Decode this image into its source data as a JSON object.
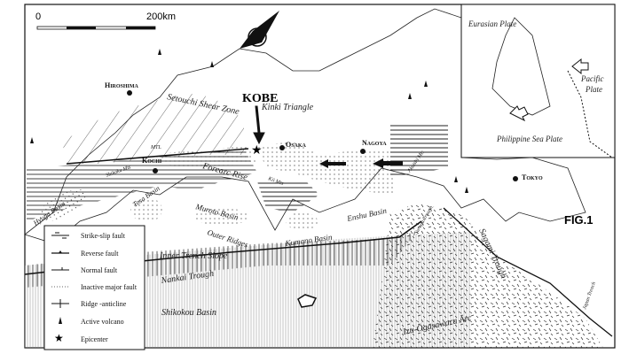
{
  "scale_bar": {
    "start": "0",
    "end": "200km"
  },
  "figure_label": "FIG.1",
  "cities": [
    "Hiroshima",
    "Kochi",
    "Osaka",
    "Nagoya",
    "Tokyo"
  ],
  "highlight": {
    "epicenter_city": "KOBE"
  },
  "regions": {
    "setouchi": "Setouchi Shear Zone",
    "kinki": "Kinki Triangle",
    "forearc": "Forearc Rise",
    "shikoku_mts": "Shikoku Mts",
    "mtl": "MTL",
    "kii_mts": "Kii Mts",
    "akaishi_mts": "Akaishi Mts",
    "hyuga": "Hyuga Basin",
    "tosa": "Tosa Basin",
    "muroto": "Muroto Basin",
    "kumano": "Kumano Basin",
    "enshu": "Enshu Basin",
    "outer_ridges": "Outer Ridges",
    "inner_trench": "Inner Trench Slope",
    "nankai": "Nankai Trough",
    "shikokou": "Shikokou Basin",
    "suruga": "Suruga Trough",
    "sagami": "Sagami Trough",
    "izu": "Izu-Ogasawara Arc",
    "japan_trench": "Japan Trench"
  },
  "inset": {
    "eurasian": "Eurasian Plate",
    "pacific_1": "Pacific",
    "pacific_2": "Plate",
    "philippine": "Philippine Sea Plate"
  },
  "legend": [
    {
      "label": "Strike-slip fault",
      "symbol": "strike-slip"
    },
    {
      "label": "Reverse fault",
      "symbol": "reverse"
    },
    {
      "label": "Normal fault",
      "symbol": "normal"
    },
    {
      "label": "Inactive major fault",
      "symbol": "inactive"
    },
    {
      "label": "Ridge -anticline",
      "symbol": "ridge"
    },
    {
      "label": "Active volcano",
      "symbol": "volcano"
    },
    {
      "label": "Epicenter",
      "symbol": "star"
    }
  ]
}
